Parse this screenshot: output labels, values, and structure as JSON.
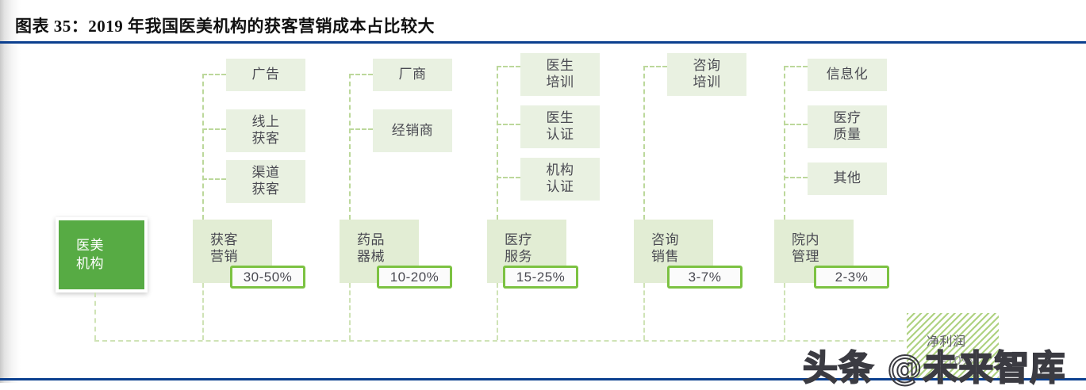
{
  "figure": {
    "title": "图表 35：2019 年我国医美机构的获客营销成本占比较大",
    "accent_rule_color": "#0b3f8f",
    "brand_green": "#57ab44",
    "badge_border": "#7cc242",
    "connector_color": "#bcd89b"
  },
  "diagram": {
    "type": "tree",
    "root": {
      "line1": "医美",
      "line2": "机构"
    },
    "columns": [
      {
        "parent": {
          "line1": "获客",
          "line2": "营销"
        },
        "percent": "30-50%",
        "children": [
          {
            "line1": "广告",
            "line2": ""
          },
          {
            "line1": "线上",
            "line2": "获客"
          },
          {
            "line1": "渠道",
            "line2": "获客"
          }
        ]
      },
      {
        "parent": {
          "line1": "药品",
          "line2": "器械"
        },
        "percent": "10-20%",
        "children": [
          {
            "line1": "厂商",
            "line2": ""
          },
          {
            "line1": "经销商",
            "line2": ""
          }
        ]
      },
      {
        "parent": {
          "line1": "医疗",
          "line2": "服务"
        },
        "percent": "15-25%",
        "children": [
          {
            "line1": "医生",
            "line2": "培训"
          },
          {
            "line1": "医生",
            "line2": "认证"
          },
          {
            "line1": "机构",
            "line2": "认证"
          }
        ]
      },
      {
        "parent": {
          "line1": "咨询",
          "line2": "销售"
        },
        "percent": "3-7%",
        "children": [
          {
            "line1": "咨询",
            "line2": "培训"
          }
        ]
      },
      {
        "parent": {
          "line1": "院内",
          "line2": "管理"
        },
        "percent": "2-3%",
        "children": [
          {
            "line1": "信息化",
            "line2": ""
          },
          {
            "line1": "医疗",
            "line2": "质量"
          },
          {
            "line1": "其他",
            "line2": ""
          }
        ]
      }
    ],
    "result": {
      "label": "净利润",
      "percent": "1-10%"
    }
  },
  "watermark": {
    "text": "头条 @未来智库"
  }
}
